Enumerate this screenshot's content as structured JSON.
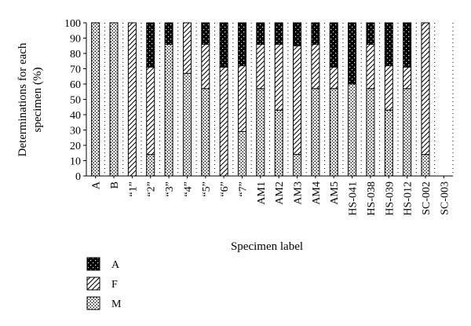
{
  "chart_data": {
    "type": "bar",
    "stacked": true,
    "title": "",
    "xlabel": "Specimen label",
    "ylabel": "Determinations for each specimen (%)",
    "ylabel_lines": [
      "Determinations for each",
      "specimen (%)"
    ],
    "ylim": [
      0,
      100
    ],
    "yticks": [
      0,
      10,
      20,
      30,
      40,
      50,
      60,
      70,
      80,
      90,
      100
    ],
    "grid": "dotted vertical lines between categories",
    "legend_position": "bottom-left",
    "categories": [
      "A",
      "B",
      "“1”",
      "“2”",
      "“3”",
      "“4”",
      "“5”",
      "“6”",
      "“7”",
      "AM1",
      "AM2",
      "AM3",
      "AM4",
      "AM5",
      "HS-041",
      "HS-038",
      "HS-039",
      "HS-012",
      "SC-002",
      "SC-003"
    ],
    "series": [
      {
        "name": "M",
        "pattern": "dots",
        "values": [
          100,
          100,
          0,
          14,
          86,
          67,
          57,
          0,
          29,
          57,
          43,
          14,
          57,
          57,
          60,
          57,
          43,
          57,
          14,
          0
        ]
      },
      {
        "name": "F",
        "pattern": "diagonal-hatch",
        "values": [
          0,
          0,
          100,
          57,
          0,
          33,
          29,
          71,
          43,
          29,
          43,
          71,
          29,
          14,
          0,
          29,
          29,
          14,
          86,
          0
        ]
      },
      {
        "name": "A",
        "pattern": "black-with-white-dots",
        "values": [
          0,
          0,
          0,
          29,
          14,
          0,
          14,
          29,
          28,
          14,
          14,
          15,
          14,
          29,
          40,
          14,
          28,
          29,
          0,
          0
        ]
      }
    ],
    "legend_order": [
      "A",
      "F",
      "M"
    ]
  }
}
